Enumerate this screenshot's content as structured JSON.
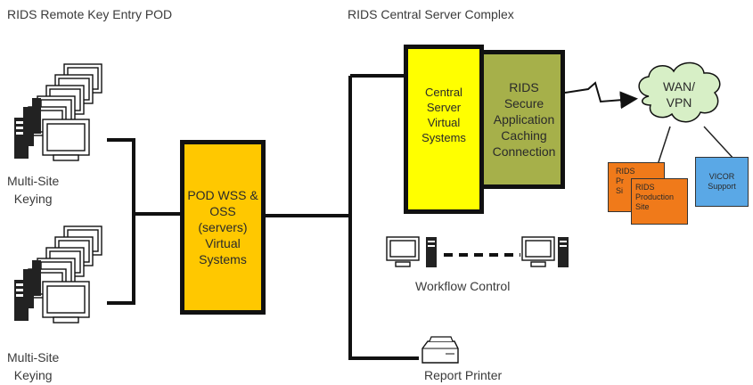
{
  "pod_section_title": "RIDS Remote Key Entry POD",
  "central_section_title": "RIDS Central Server Complex",
  "keying_top": "Multi-Site\nKeying",
  "keying_bottom": "Multi-Site\nKeying",
  "pod_servers": "POD WSS &\nOSS (servers)\nVirtual\nSystems",
  "central_servers": "Central\nServer\nVirtual\nSystems",
  "caching_connection": "RIDS\nSecure\nApplication\nCaching\nConnection",
  "wan_vpn": "WAN/\nVPN",
  "prod_site_back": "RIDS\nPr\nSi",
  "prod_site_front": "RIDS\nProduction\nSite",
  "vicor_support": "VICOR\nSupport",
  "workflow_control": "Workflow Control",
  "report_printer": "Report Printer",
  "colors": {
    "pod_box": "#ffc800",
    "central_box": "#ffff00",
    "caching_box": "#a6b04a",
    "production_site": "#f07a1a",
    "vicor": "#5aa8e6",
    "wan_cloud": "#d7efc6",
    "line": "#111111",
    "text": "#3a3a3a"
  },
  "icons": [
    "workstation-icon",
    "tower-pc-icon",
    "printer-icon",
    "cloud-icon",
    "lightning-link-icon"
  ]
}
